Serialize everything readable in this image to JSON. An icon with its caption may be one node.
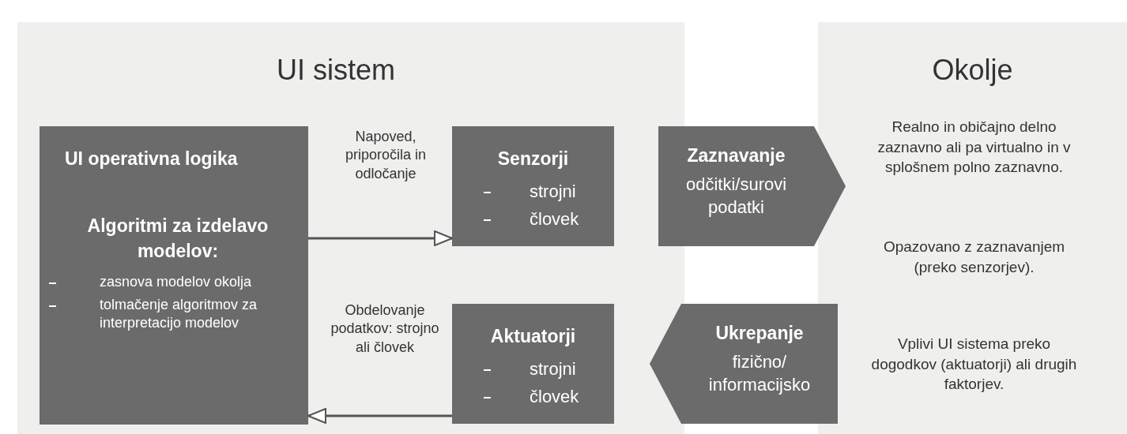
{
  "diagram": {
    "nodes": [
      {
        "text": [
          "UI sistem"
        ]
      },
      {
        "text": [
          "UI operativna logika",
          "Algoritmi za izdelavo modelov:",
          "zasnova modelov okolja",
          "tolmačenje algoritmov za interpretacijo modelov"
        ],
        "in": 0
      },
      {
        "text": [
          "Senzorji",
          "strojni",
          "človek"
        ],
        "in": 0
      },
      {
        "text": [
          "Aktuatorji",
          "strojni",
          "človek"
        ],
        "in": 0
      },
      {
        "text": [
          "Zaznavanje",
          "odčitki/surovi podatki"
        ]
      },
      {
        "text": [
          "Ukrepanje",
          "fizično/ informacijsko"
        ]
      },
      {
        "text": [
          "Okolje",
          "Realno in običajno delno zaznavno ali pa virtualno in v splošnem polno zaznavno.",
          "Opazovano z zaznavanjem (preko senzorjev).",
          "Vplivi UI sistema preko dogodkov (aktuatorji) ali drugih faktorjev."
        ]
      }
    ],
    "edges": [
      {
        "from": 1,
        "to": 2,
        "arrow": "to",
        "label": "Napoved, priporočila in odločanje"
      },
      {
        "from": 3,
        "to": 1,
        "arrow": "to",
        "label": "Obdelovanje podatkov: strojno ali človek"
      }
    ]
  }
}
